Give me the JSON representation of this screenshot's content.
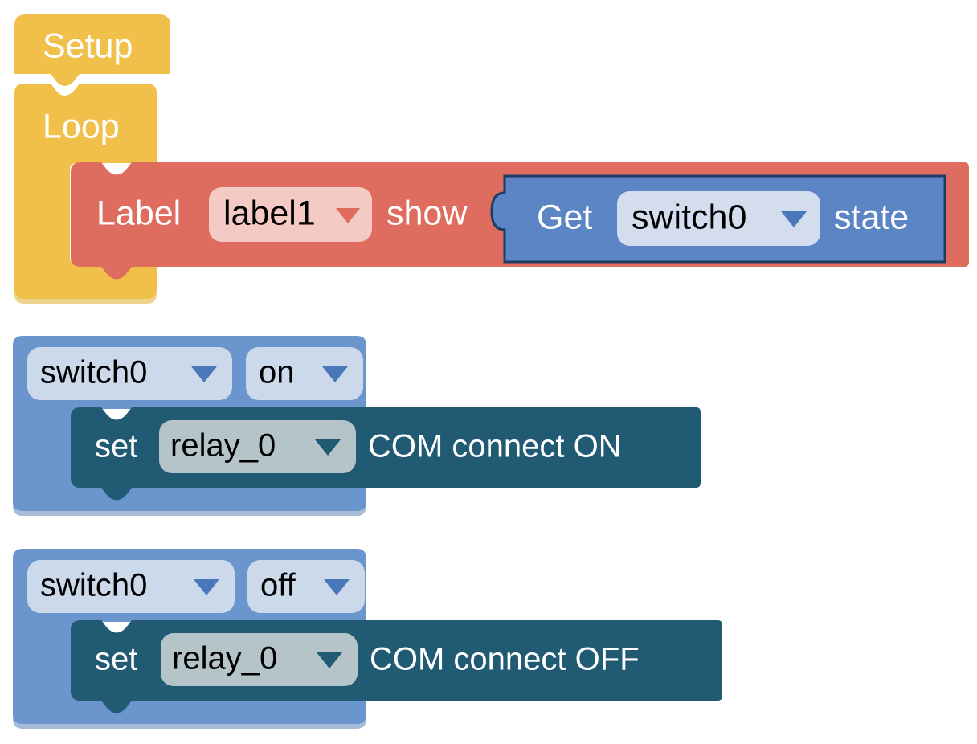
{
  "workspace": {
    "name": "blockly-workspace",
    "background": "#ffffff"
  },
  "colors": {
    "event_yellow": "#f0c04a",
    "event_yellow_dark": "#e0ad33",
    "ui_red": "#de6c5f",
    "ui_red_field": "#f4cbc4",
    "value_blue": "#5b85c4",
    "value_blue_border": "#1c3c63",
    "value_blue_field": "#d3ddee",
    "control_blue": "#6a95cd",
    "control_blue_field": "#ccd9ea",
    "relay_teal": "#215a73",
    "relay_teal_field": "#b4c4c8",
    "arrow_blue": "#4a77ba",
    "arrow_teal": "#215a73",
    "arrow_red": "#de6c5f",
    "text_white": "#ffffff",
    "text_black": "#000000"
  },
  "blocks": {
    "setup": {
      "label": "Setup",
      "type": "event-hat"
    },
    "loop": {
      "label": "Loop",
      "type": "event-c-block"
    },
    "label_show": {
      "prefix": "Label",
      "field_value": "label1",
      "field_icon": "chevron-down-icon",
      "suffix": "show",
      "type": "statement"
    },
    "get_switch_state": {
      "prefix": "Get",
      "field_value": "switch0",
      "field_icon": "chevron-down-icon",
      "suffix": "state",
      "type": "value",
      "selected": true
    },
    "switch_on_handler": {
      "field_device": "switch0",
      "field_device_icon": "chevron-down-icon",
      "field_event": "on",
      "field_event_icon": "chevron-down-icon",
      "type": "c-block",
      "body": {
        "prefix": "set",
        "field_value": "relay_0",
        "field_icon": "chevron-down-icon",
        "suffix": "COM connect ON",
        "type": "statement"
      }
    },
    "switch_off_handler": {
      "field_device": "switch0",
      "field_device_icon": "chevron-down-icon",
      "field_event": "off",
      "field_event_icon": "chevron-down-icon",
      "type": "c-block",
      "body": {
        "prefix": "set",
        "field_value": "relay_0",
        "field_icon": "chevron-down-icon",
        "suffix": "COM connect OFF",
        "type": "statement"
      }
    }
  }
}
